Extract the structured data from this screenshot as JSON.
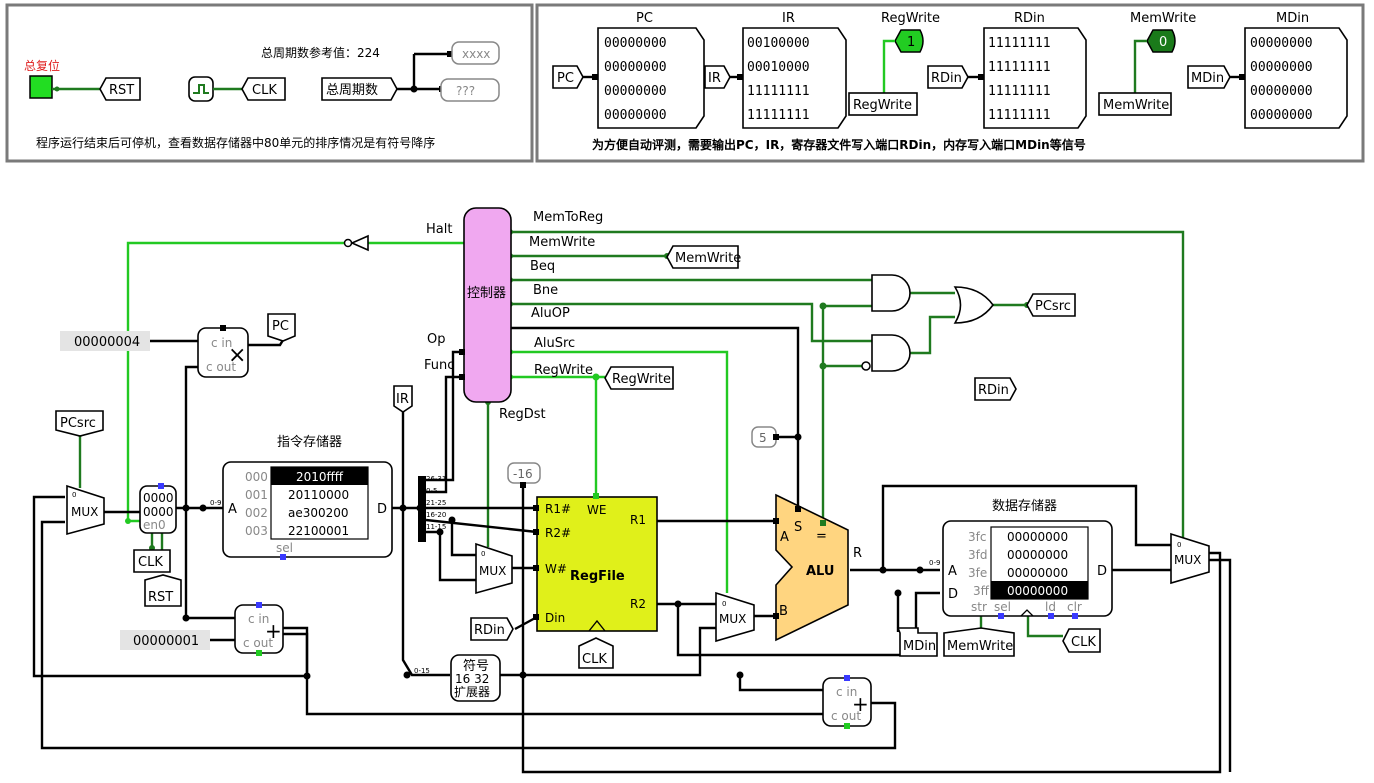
{
  "top_left_panel": {
    "reset_label": "总复位",
    "total_cycles_ref": "总周期数参考值：224",
    "tunnel_rst": "RST",
    "tunnel_clk": "CLK",
    "tunnel_total_cycles": "总周期数",
    "probe_hex": "xxxx",
    "probe_unknown": "???",
    "note": "程序运行结束后可停机，查看数据存储器中80单元的排序情况是有符号降序"
  },
  "top_right_panel": {
    "pc": {
      "title": "PC",
      "tunnel": "PC",
      "bits": [
        "00000000",
        "00000000",
        "00000000",
        "00000000"
      ]
    },
    "ir": {
      "title": "IR",
      "tunnel": "IR",
      "bits": [
        "00100000",
        "00010000",
        "11111111",
        "11111111"
      ]
    },
    "regwrite": {
      "title": "RegWrite",
      "value": "1",
      "tunnel": "RegWrite"
    },
    "rdin": {
      "title": "RDin",
      "tunnel": "RDin",
      "bits": [
        "11111111",
        "11111111",
        "11111111",
        "11111111"
      ]
    },
    "memwrite": {
      "title": "MemWrite",
      "value": "0",
      "tunnel": "MemWrite"
    },
    "mdin": {
      "title": "MDin",
      "tunnel": "MDin",
      "bits": [
        "00000000",
        "00000000",
        "00000000",
        "00000000"
      ]
    },
    "note": "为方便自动评测，需要输出PC，IR，寄存器文件写入端口RDin，内存写入端口MDin等信号"
  },
  "controller": {
    "label": "控制器",
    "inputs": {
      "op": "Op",
      "func": "Func"
    },
    "outputs": {
      "halt": "Halt",
      "memtoreg": "MemToReg",
      "memwrite": "MemWrite",
      "beq": "Beq",
      "bne": "Bne",
      "aluop": "AluOP",
      "alusrc": "AluSrc",
      "regwrite": "RegWrite",
      "regdst": "RegDst"
    }
  },
  "tunnels": {
    "memwrite_out": "MemWrite",
    "regwrite_out": "RegWrite",
    "pcsrc_out": "PCsrc",
    "rdin_floating": "RDin",
    "pc_out": "PC",
    "ir_out": "IR",
    "pcsrc_in": "PCsrc",
    "clk_pc": "CLK",
    "rst_pc": "RST",
    "rdin_in": "RDin",
    "clk_regfile": "CLK",
    "mdin_in": "MDin",
    "memwrite_in": "MemWrite",
    "clk_mem": "CLK"
  },
  "constants": {
    "c4": "00000004",
    "c1": "00000001",
    "c5": "5",
    "cm16": "-16"
  },
  "pc_register": {
    "line1": "0000",
    "line2": "0000",
    "en": "en0"
  },
  "adder_labels": {
    "cin": "c in",
    "cout": "c out"
  },
  "mux_label": "MUX",
  "instr_mem": {
    "title": "指令存储器",
    "rows": [
      {
        "addr": "000",
        "value": "2010ffff"
      },
      {
        "addr": "001",
        "value": "20110000"
      },
      {
        "addr": "002",
        "value": "ae300200"
      },
      {
        "addr": "003",
        "value": "22100001"
      }
    ],
    "port_a": "A",
    "port_d": "D",
    "sel": "sel",
    "bits": "0-9"
  },
  "splitter_labels": [
    "26-31",
    "0-5",
    "21-25",
    "16-20",
    "11-15"
  ],
  "regfile": {
    "title": "RegFile",
    "r1n": "R1#",
    "r2n": "R2#",
    "wn": "W#",
    "din": "Din",
    "we": "WE",
    "r1": "R1",
    "r2": "R2"
  },
  "alu": {
    "title": "ALU",
    "a": "A",
    "b": "B",
    "s": "S",
    "eq": "=",
    "r": "R"
  },
  "sign_ext": {
    "title": "符号",
    "mid": "16  32",
    "sub": "扩展器",
    "bits": "0-15"
  },
  "data_mem": {
    "title": "数据存储器",
    "rows": [
      {
        "addr": "3fc",
        "value": "00000000"
      },
      {
        "addr": "3fd",
        "value": "00000000"
      },
      {
        "addr": "3fe",
        "value": "00000000"
      },
      {
        "addr": "3ff",
        "value": "00000000"
      }
    ],
    "port_a": "A",
    "port_d": "D",
    "str": "str",
    "sel": "sel",
    "ld": "ld",
    "clr": "clr",
    "bits": "0-9",
    "out_d": "D"
  },
  "colors": {
    "wire_dark": "#1f7a1f",
    "wire_light": "#22c922",
    "controller": "#f0a8f0",
    "regfile": "#e0f01a",
    "alu": "#ffd580",
    "probe_green": "#1a7a1a"
  }
}
